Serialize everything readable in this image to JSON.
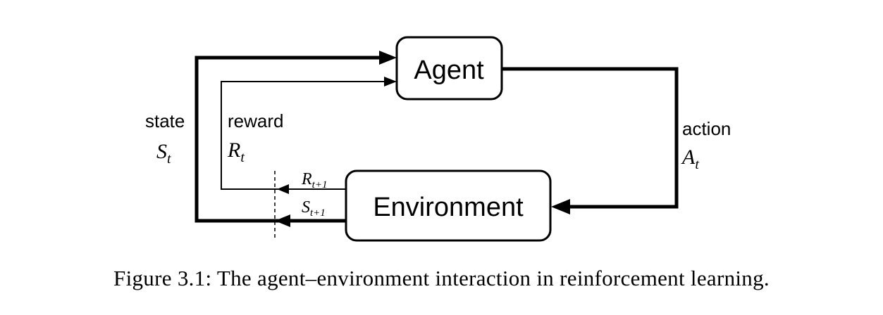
{
  "nodes": {
    "agent": "Agent",
    "environment": "Environment"
  },
  "labels": {
    "state_word": "state",
    "state_sym": "S",
    "state_sub": "t",
    "reward_word": "reward",
    "reward_sym": "R",
    "reward_sub": "t",
    "action_word": "action",
    "action_sym": "A",
    "action_sub": "t",
    "next_reward_sym": "R",
    "next_reward_sub": "t+1",
    "next_state_sym": "S",
    "next_state_sub": "t+1"
  },
  "caption": "Figure 3.1: The agent–environment interaction in reinforcement learning."
}
